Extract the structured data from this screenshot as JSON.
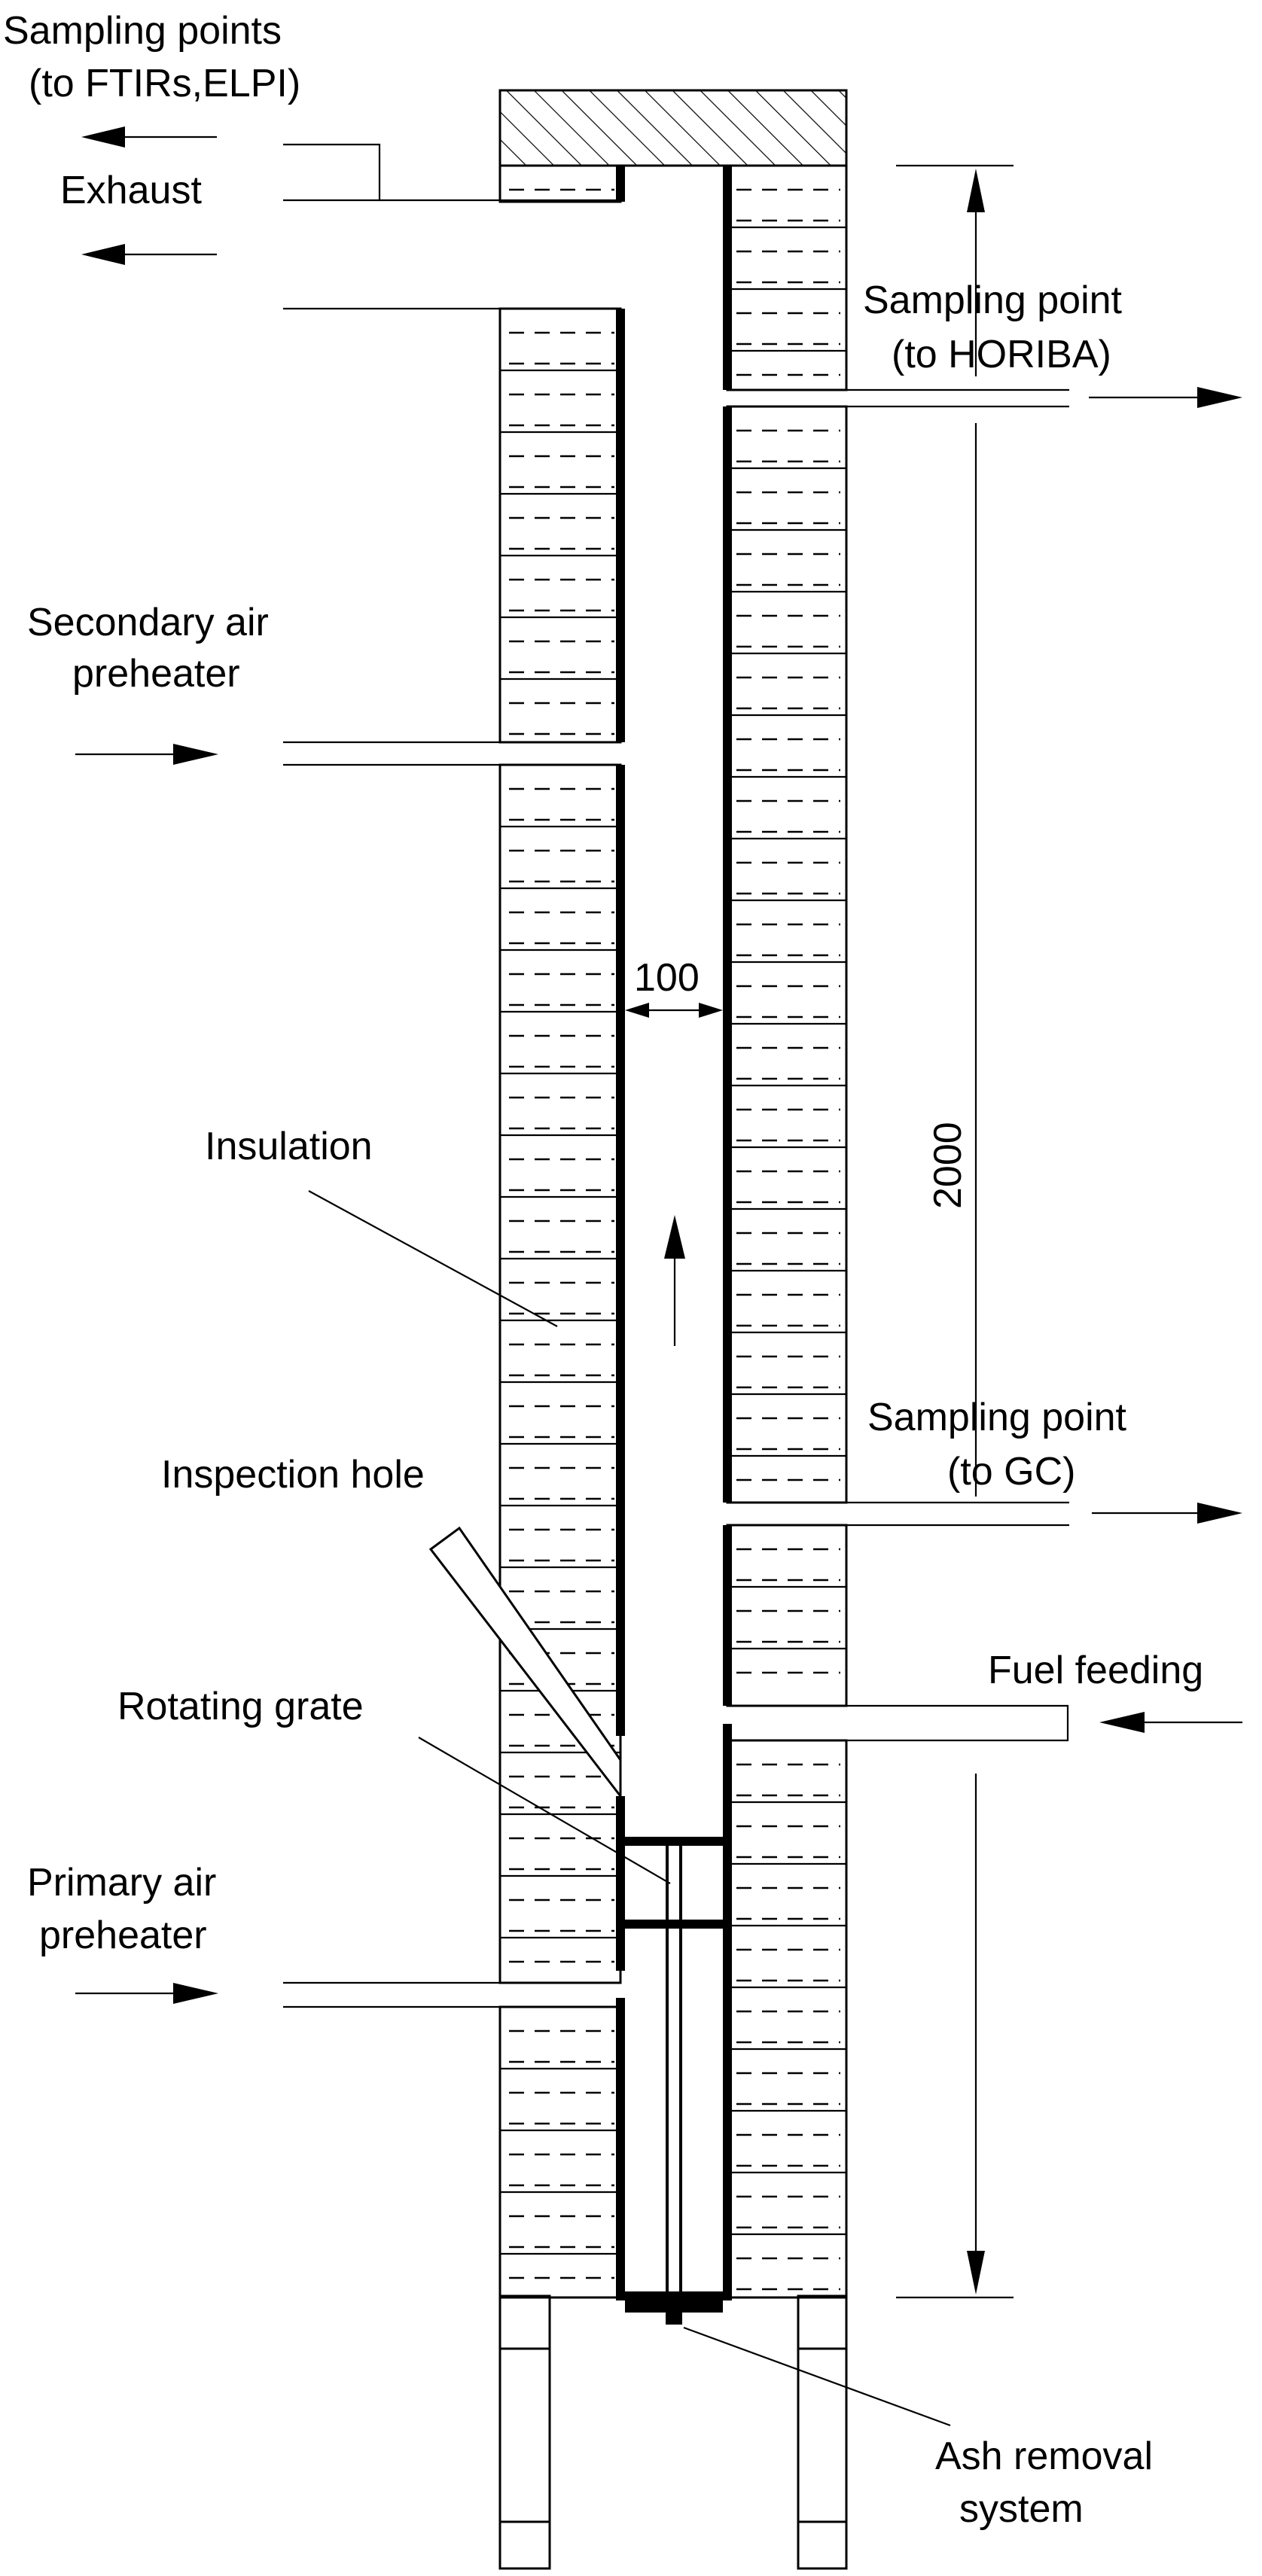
{
  "labels": {
    "sampling_points_line1": "Sampling points",
    "sampling_points_line2": "(to FTIRs,ELPI)",
    "exhaust": "Exhaust",
    "sampling_horiba_line1": "Sampling point",
    "sampling_horiba_line2": "(to HORIBA)",
    "secondary_air_line1": "Secondary air",
    "secondary_air_line2": "preheater",
    "dimension_width": "100",
    "dimension_height": "2000",
    "insulation": "Insulation",
    "sampling_gc_line1": "Sampling point",
    "sampling_gc_line2": "(to GC)",
    "inspection_hole": "Inspection hole",
    "fuel_feeding": "Fuel feeding",
    "rotating_grate": "Rotating grate",
    "primary_air_line1": "Primary air",
    "primary_air_line2": "preheater",
    "ash_removal_line1": "Ash removal",
    "ash_removal_line2": "system"
  }
}
